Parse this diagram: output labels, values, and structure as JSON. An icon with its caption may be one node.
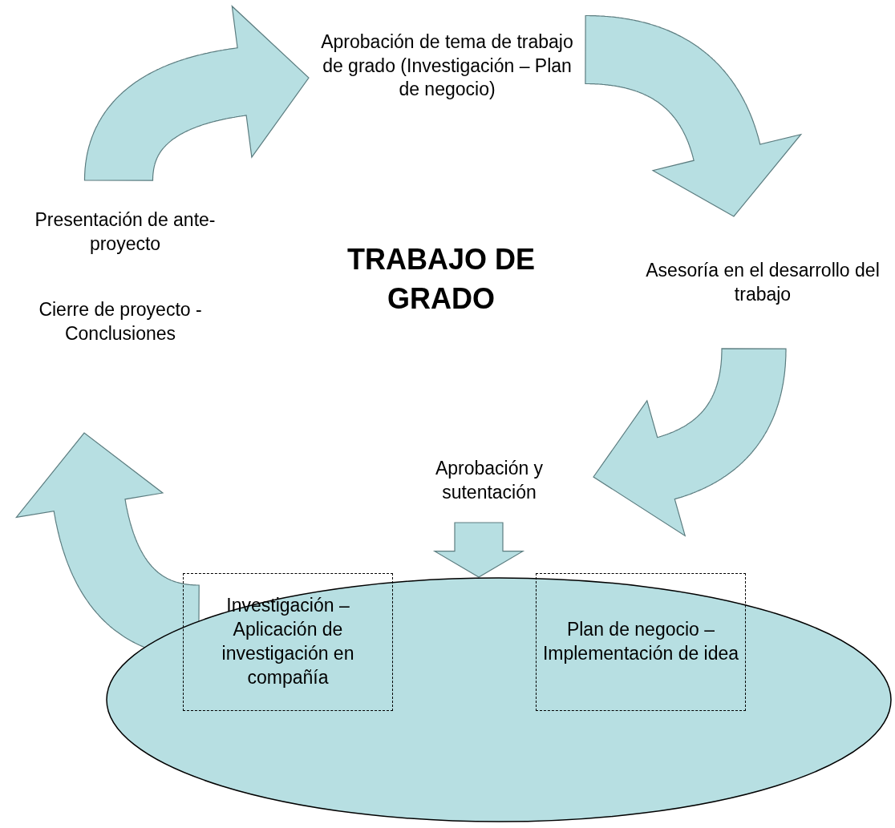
{
  "diagram": {
    "title": "TRABAJO DE GRADO",
    "nodes": [
      {
        "text": [
          "Presentación de ante-proyecto"
        ]
      },
      {
        "text": [
          "Aprobación de tema de trabajo de grado (Investigación – Plan de negocio)"
        ]
      },
      {
        "text": [
          "Asesoría en el desarrollo del trabajo"
        ]
      },
      {
        "text": [
          "Aprobación y sutentación"
        ]
      },
      {
        "text": [],
        "shape": "ellipse"
      },
      {
        "text": [
          "Investigación – Aplicación de investigación en compañía"
        ],
        "in": 4
      },
      {
        "text": [
          "Plan de negocio – Implementación de idea"
        ],
        "in": 4
      },
      {
        "text": [
          "Cierre de proyecto - Conclusiones"
        ]
      }
    ],
    "edges": [
      {
        "from": 0,
        "to": 1,
        "arrow": "to"
      },
      {
        "from": 1,
        "to": 2,
        "arrow": "to"
      },
      {
        "from": 2,
        "to": 3,
        "arrow": "to"
      },
      {
        "from": 3,
        "to": 4,
        "arrow": "to"
      },
      {
        "from": 4,
        "to": 7,
        "arrow": "to"
      }
    ]
  }
}
